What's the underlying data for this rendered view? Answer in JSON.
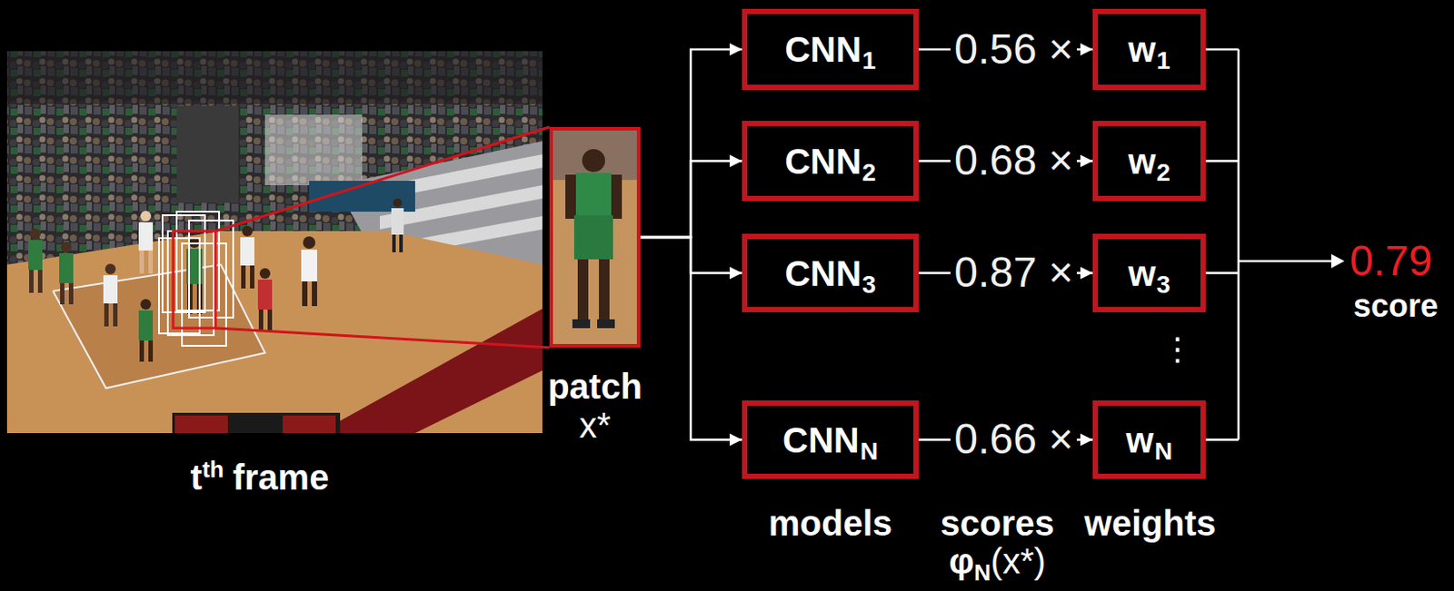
{
  "diagram": {
    "nodes": [
      {
        "text": [
          "patch",
          "x*"
        ]
      },
      {
        "text": [
          "CNN",
          "1"
        ]
      },
      {
        "text": [
          "w",
          "1"
        ]
      },
      {
        "text": [
          "CNN",
          "2"
        ]
      },
      {
        "text": [
          "w",
          "2"
        ]
      },
      {
        "text": [
          "CNN",
          "3"
        ]
      },
      {
        "text": [
          "w",
          "3"
        ]
      },
      {
        "text": [
          "CNN",
          "N"
        ]
      },
      {
        "text": [
          "w",
          "N"
        ]
      }
    ],
    "edges": [
      {
        "from": 0,
        "to": 1,
        "arrow": "to"
      },
      {
        "from": 0,
        "to": 3,
        "arrow": "to"
      },
      {
        "from": 0,
        "to": 5,
        "arrow": "to"
      },
      {
        "from": 0,
        "to": 7,
        "arrow": "to"
      },
      {
        "from": 1,
        "to": 2,
        "label": "0.56 ×",
        "arrow": "to"
      },
      {
        "from": 3,
        "to": 4,
        "label": "0.68 ×",
        "arrow": "to"
      },
      {
        "from": 5,
        "to": 6,
        "label": "0.87 ×",
        "arrow": "to"
      },
      {
        "from": 7,
        "to": 8,
        "label": "0.66 ×",
        "arrow": "to"
      }
    ],
    "labels": [
      "t",
      "th",
      "frame",
      "⋮",
      "0.79",
      "score",
      "models",
      "scores",
      "weights",
      "φ",
      "N",
      "(x*)"
    ]
  }
}
